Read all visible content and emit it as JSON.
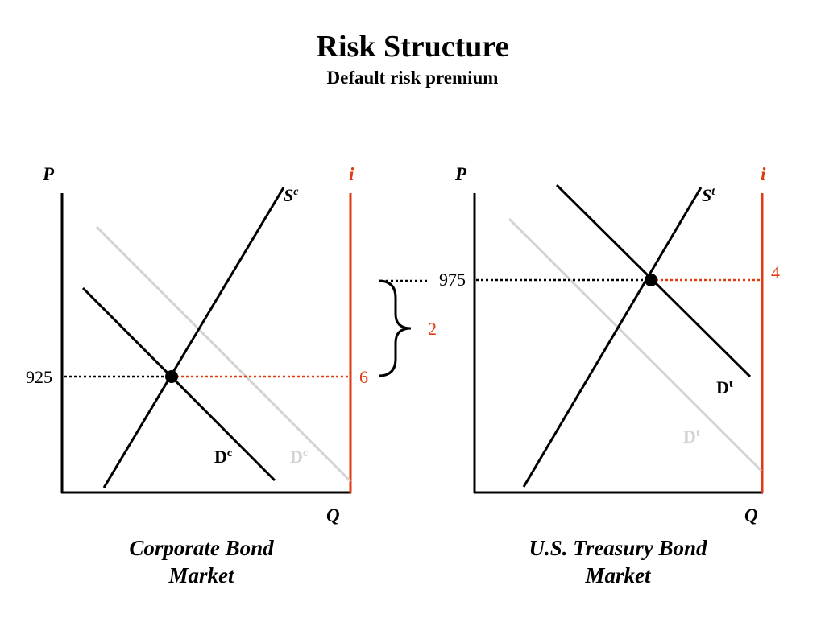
{
  "slide": {
    "title": "Risk Structure",
    "subtitle": "Default risk premium"
  },
  "colors": {
    "ink": "#000000",
    "accent": "#e03a10",
    "faded": "#d3d3d3"
  },
  "corporate": {
    "caption_line1": "Corporate Bond",
    "caption_line2": "Market",
    "price_axis": "P",
    "quantity_axis": "Q",
    "rate_axis": "i",
    "supply_base": "S",
    "supply_sup": "c",
    "demand_base": "D",
    "demand_sup": "c",
    "old_demand_base": "D",
    "old_demand_sup": "c",
    "price": "925",
    "rate": "6"
  },
  "treasury": {
    "caption_line1": "U.S. Treasury Bond",
    "caption_line2": "Market",
    "price_axis": "P",
    "quantity_axis": "Q",
    "rate_axis": "i",
    "supply_base": "S",
    "supply_sup": "t",
    "demand_base": "D",
    "demand_sup": "t",
    "old_demand_base": "D",
    "old_demand_sup": "t",
    "price": "975",
    "rate": "4"
  },
  "premium": {
    "value": "2"
  }
}
